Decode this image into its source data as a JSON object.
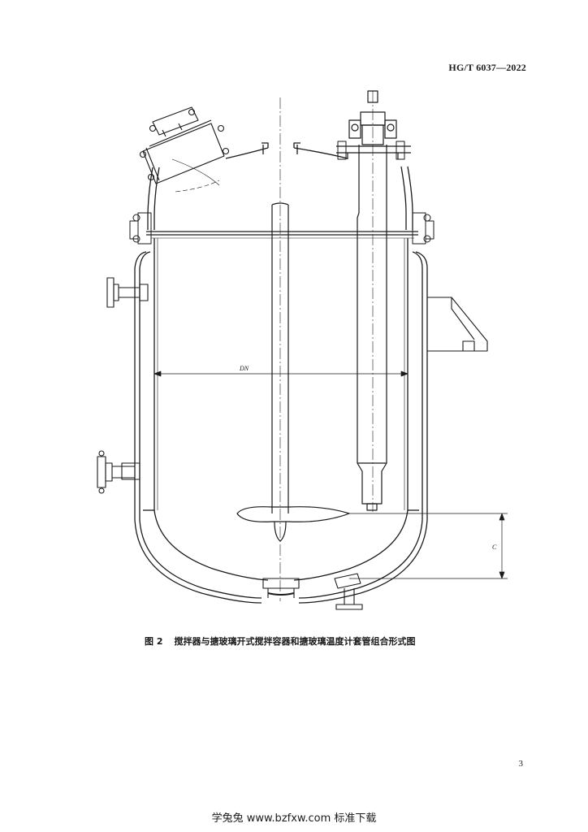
{
  "header": {
    "standard_code": "HG/T 6037—2022"
  },
  "figure": {
    "dim_dn": "DN",
    "dim_c": "C",
    "caption_number": "图 2",
    "caption_text": "搅拌器与搪玻璃开式搅拌容器和搪玻璃温度计套管组合形式图"
  },
  "footer": {
    "page_number": "3",
    "watermark": "学兔兔 www.bzfxw.com 标准下载"
  }
}
